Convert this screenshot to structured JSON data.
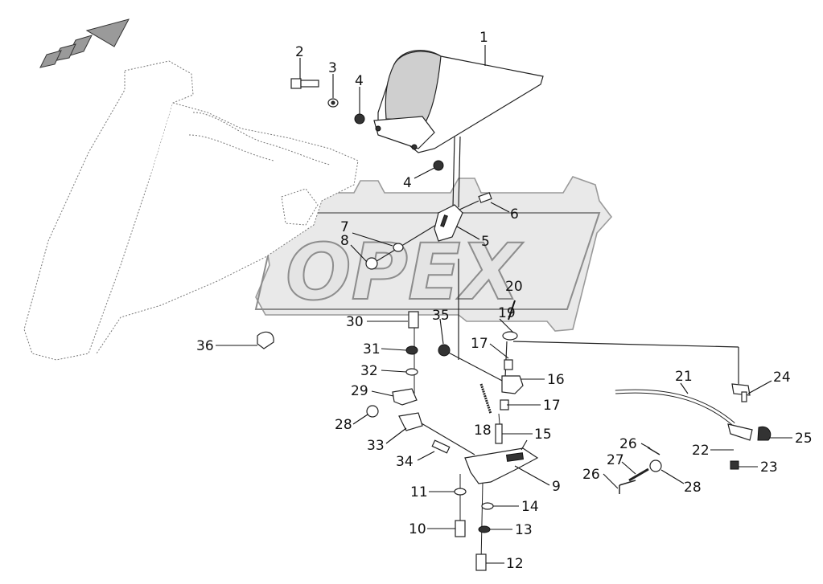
{
  "watermark": {
    "text": "OPEX"
  },
  "callouts": [
    {
      "id": "c1",
      "label": "1"
    },
    {
      "id": "c2",
      "label": "2"
    },
    {
      "id": "c3",
      "label": "3"
    },
    {
      "id": "c4a",
      "label": "4"
    },
    {
      "id": "c4b",
      "label": "4"
    },
    {
      "id": "c5",
      "label": "5"
    },
    {
      "id": "c6",
      "label": "6"
    },
    {
      "id": "c7",
      "label": "7"
    },
    {
      "id": "c8",
      "label": "8"
    },
    {
      "id": "c9",
      "label": "9"
    },
    {
      "id": "c10",
      "label": "10"
    },
    {
      "id": "c11",
      "label": "11"
    },
    {
      "id": "c12",
      "label": "12"
    },
    {
      "id": "c13",
      "label": "13"
    },
    {
      "id": "c14",
      "label": "14"
    },
    {
      "id": "c15",
      "label": "15"
    },
    {
      "id": "c16",
      "label": "16"
    },
    {
      "id": "c17a",
      "label": "17"
    },
    {
      "id": "c17b",
      "label": "17"
    },
    {
      "id": "c18",
      "label": "18"
    },
    {
      "id": "c19",
      "label": "19"
    },
    {
      "id": "c20",
      "label": "20"
    },
    {
      "id": "c21",
      "label": "21"
    },
    {
      "id": "c22",
      "label": "22"
    },
    {
      "id": "c23",
      "label": "23"
    },
    {
      "id": "c24",
      "label": "24"
    },
    {
      "id": "c25",
      "label": "25"
    },
    {
      "id": "c26a",
      "label": "26"
    },
    {
      "id": "c26b",
      "label": "26"
    },
    {
      "id": "c27",
      "label": "27"
    },
    {
      "id": "c28a",
      "label": "28"
    },
    {
      "id": "c28b",
      "label": "28"
    },
    {
      "id": "c29",
      "label": "29"
    },
    {
      "id": "c30",
      "label": "30"
    },
    {
      "id": "c31",
      "label": "31"
    },
    {
      "id": "c32",
      "label": "32"
    },
    {
      "id": "c33",
      "label": "33"
    },
    {
      "id": "c34",
      "label": "34"
    },
    {
      "id": "c35",
      "label": "35"
    },
    {
      "id": "c36",
      "label": "36"
    }
  ]
}
